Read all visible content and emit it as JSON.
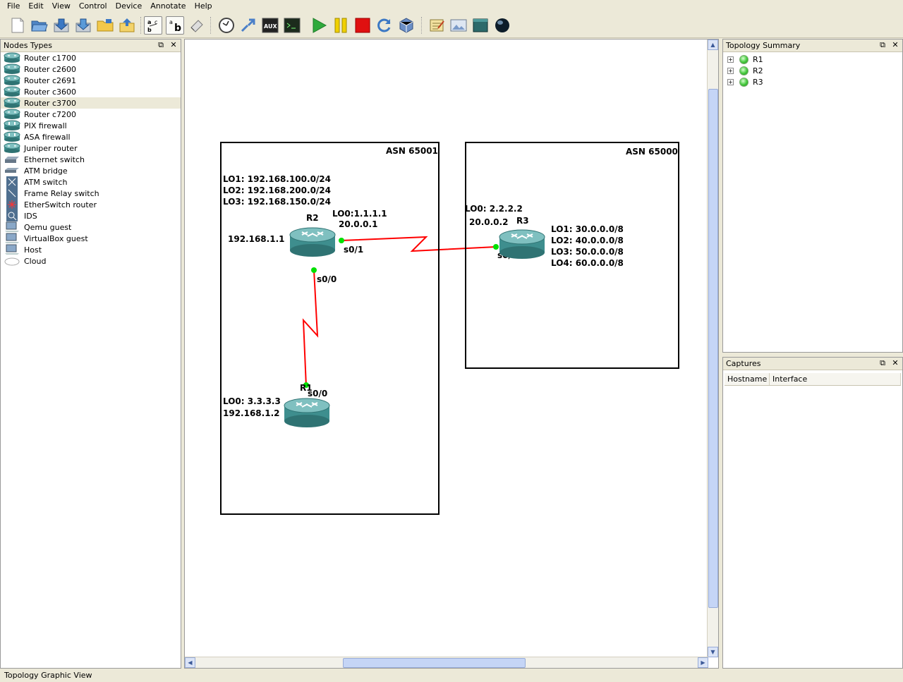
{
  "menu": [
    "File",
    "Edit",
    "View",
    "Control",
    "Device",
    "Annotate",
    "Help"
  ],
  "toolbar_icons": [
    "new-file-icon",
    "open-file-icon",
    "save-icon",
    "save-as-icon",
    "open-project-icon",
    "save-project-icon",
    "show-interface-labels-icon",
    "show-hostnames-icon",
    "snapshot-icon",
    "clock-icon",
    "import-export-icon",
    "aux-console-icon",
    "console-icon",
    "start-icon",
    "suspend-icon",
    "stop-icon",
    "reload-icon",
    "virtualbox-icon",
    "add-note-icon",
    "insert-picture-icon",
    "draw-rectangle-icon",
    "draw-ellipse-icon"
  ],
  "aux_label": "AUX",
  "nodes_panel": {
    "title": "Nodes Types",
    "items": [
      {
        "label": "Router c1700",
        "icon": "router-icon"
      },
      {
        "label": "Router c2600",
        "icon": "router-icon"
      },
      {
        "label": "Router c2691",
        "icon": "router-icon"
      },
      {
        "label": "Router c3600",
        "icon": "router-icon"
      },
      {
        "label": "Router c3700",
        "icon": "router-icon"
      },
      {
        "label": "Router c7200",
        "icon": "router-icon"
      },
      {
        "label": "PIX firewall",
        "icon": "firewall-icon"
      },
      {
        "label": "ASA firewall",
        "icon": "firewall-icon"
      },
      {
        "label": "Juniper router",
        "icon": "router-icon"
      },
      {
        "label": "Ethernet switch",
        "icon": "switch-icon"
      },
      {
        "label": "ATM bridge",
        "icon": "bridge-icon"
      },
      {
        "label": "ATM switch",
        "icon": "atm-switch-icon"
      },
      {
        "label": "Frame Relay switch",
        "icon": "frame-relay-icon"
      },
      {
        "label": "EtherSwitch router",
        "icon": "etherswitch-icon"
      },
      {
        "label": "IDS",
        "icon": "ids-icon"
      },
      {
        "label": "Qemu guest",
        "icon": "computer-icon"
      },
      {
        "label": "VirtualBox guest",
        "icon": "computer-icon"
      },
      {
        "label": "Host",
        "icon": "computer-icon"
      },
      {
        "label": "Cloud",
        "icon": "cloud-icon"
      }
    ],
    "selected_index": 4
  },
  "topology_panel": {
    "title": "Topology Summary",
    "items": [
      "R1",
      "R2",
      "R3"
    ],
    "status_color": "#42c83a"
  },
  "captures_panel": {
    "title": "Captures",
    "columns": [
      "Hostname",
      "Interface"
    ]
  },
  "canvas": {
    "asn_left": "ASN 65001",
    "asn_right": "ASN 65000",
    "r2": {
      "name": "R2",
      "loopbacks": [
        "LO1: 192.168.100.0/24",
        "LO2: 192.168.200.0/24",
        "LO3: 192.168.150.0/24"
      ],
      "lo0": "LO0:1.1.1.1",
      "serial_ip": "20.0.0.1",
      "lan_ip": "192.168.1.1",
      "if_right": "s0/1",
      "if_down": "s0/0"
    },
    "r3": {
      "name": "R3",
      "lo0": "LO0: 2.2.2.2",
      "serial_ip": "20.0.0.2",
      "if_left": "s0/0",
      "loopbacks": [
        "LO1: 30.0.0.0/8",
        "LO2: 40.0.0.0/8",
        "LO3: 50.0.0.0/8",
        "LO4: 60.0.0.0/8"
      ]
    },
    "r1": {
      "name": "R1",
      "if_up": "s0/0",
      "lo0": "LO0: 3.3.3.3",
      "lan_ip": "192.168.1.2"
    },
    "link_color": "#ff0000",
    "endpoint_color": "#00e000",
    "router_color": "#3e8e8e"
  },
  "statusbar": "Topology Graphic View"
}
